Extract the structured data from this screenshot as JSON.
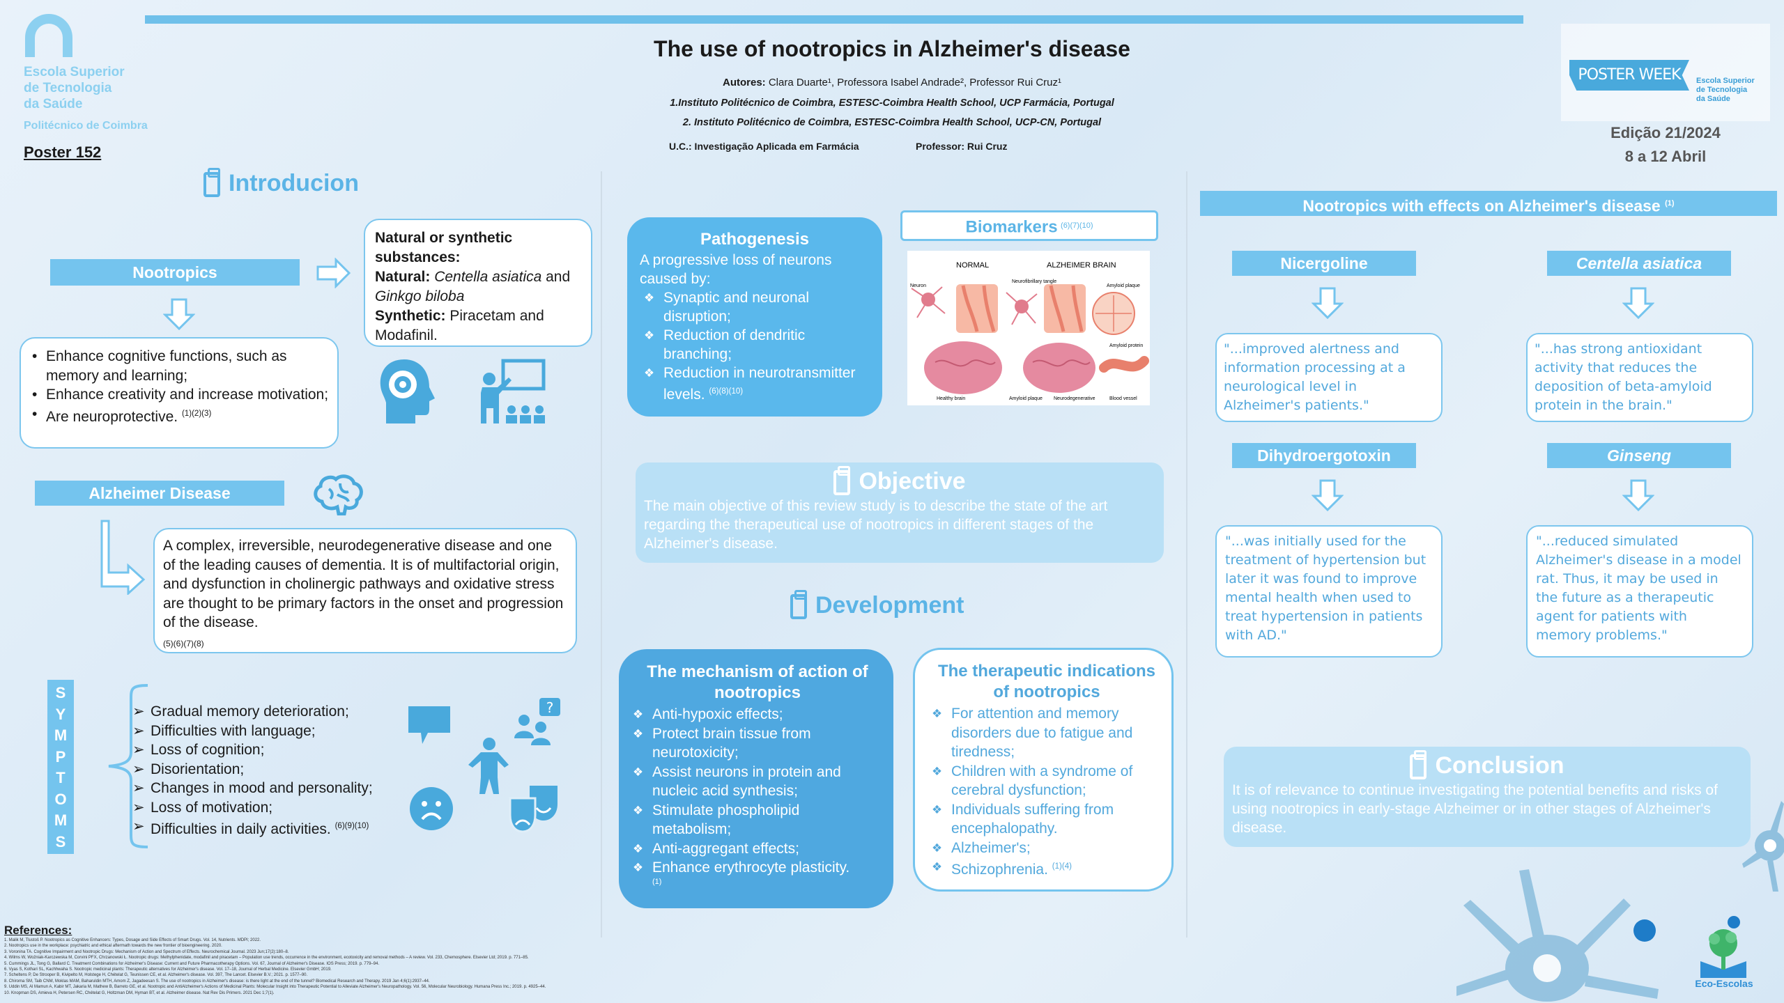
{
  "header": {
    "title": "The use of nootropics in Alzheimer's disease",
    "authors_label": "Autores:",
    "authors": "Clara Duarte¹, Professora Isabel Andrade², Professor Rui Cruz¹",
    "inst1": "1.Instituto Politécnico de Coimbra, ESTESC-Coimbra Health School, UCP Farmácia, Portugal",
    "inst2": "2. Instituto Politécnico de Coimbra, ESTESC-Coimbra Health School, UCP-CN, Portugal",
    "uc": "U.C.: Investigação  Aplicada em Farmácia",
    "professor": "Professor: Rui Cruz"
  },
  "logo": {
    "name": "Escola Superior\nde Tecnologia\nda Saúde",
    "sub": "Politécnico de Coimbra"
  },
  "poster_number": "Poster  152",
  "poster_week": {
    "label": "POSTER WEEK",
    "side": "Escola Superior\nde Tecnologia\nda Saúde",
    "edition": "Edição 21/2024",
    "dates": "8 a 12 Abril"
  },
  "intro": {
    "title": "Introducion",
    "nootropics_label": "Nootropics",
    "nat_syn_title": "Natural or synthetic substances:",
    "natural_label": "Natural:",
    "natural_value_1": "Centella asiatica",
    "natural_and": " and ",
    "natural_value_2": "Ginkgo biloba",
    "synthetic_label": "Synthetic:",
    "synthetic_value": " Piracetam and Modafinil.",
    "effects": [
      "Enhance cognitive functions, such as memory and learning;",
      "Enhance creativity and increase motivation;",
      "Are neuroprotective."
    ],
    "effects_ref": "(1)(2)(3)"
  },
  "alzheimer": {
    "label": "Alzheimer Disease",
    "description": "A complex, irreversible, neurodegenerative disease and one of the leading causes of dementia. It is of multifactorial origin, and dysfunction in cholinergic pathways and oxidative stress are thought to be primary factors in the onset and progression of the disease.",
    "ref": "(5)(6)(7)(8)"
  },
  "symptoms": {
    "letters": [
      "S",
      "Y",
      "M",
      "P",
      "T",
      "O",
      "M",
      "S"
    ],
    "items": [
      "Gradual memory deterioration;",
      "Difficulties with language;",
      "Loss of cognition;",
      "Disorientation;",
      "Changes in mood and personality;",
      "Loss of motivation;",
      "Difficulties in daily activities."
    ],
    "ref": "(6)(9)(10)"
  },
  "pathogenesis": {
    "title": "Pathogenesis",
    "intro": "A progressive loss of neurons caused by:",
    "items": [
      "Synaptic and neuronal disruption;",
      "Reduction of dendritic branching;",
      "Reduction in neurotransmitter levels."
    ],
    "ref": "(6)(8)(10)"
  },
  "biomarkers": {
    "title": "Biomarkers",
    "ref": "(6)(7)(10)",
    "normal": "NORMAL",
    "alz": "ALZHEIMER BRAIN",
    "labels": {
      "neuron": "Neuron",
      "tangle": "Neurofibrillary tangle",
      "plaque": "Amyloid plaque",
      "protein": "Amyloid protein",
      "healthy": "Healthy brain",
      "plaque2": "Amyloid plaque",
      "neurodeg": "Neurodegenerative",
      "vessel": "Blood vessel"
    }
  },
  "objective": {
    "title": "Objective",
    "text": "The main objective of this review study is to describe the state of the art regarding the therapeutical use of nootropics in different stages of the Alzheimer's disease."
  },
  "development": {
    "title": "Development",
    "mechanism_title": "The mechanism of action of nootropics",
    "mechanism_items": [
      "Anti-hypoxic effects;",
      "Protect brain tissue from neurotoxicity;",
      "Assist neurons in protein and nucleic acid synthesis;",
      "Stimulate phospholipid metabolism;",
      "Anti-aggregant effects;",
      "Enhance erythrocyte plasticity."
    ],
    "mechanism_ref": "(1)",
    "indications_title": "The therapeutic indications of nootropics",
    "indications_items": [
      "For attention and memory disorders due to fatigue and tiredness;",
      "Children with a syndrome of cerebral dysfunction;",
      "Individuals suffering from encephalopathy.",
      "Alzheimer's;",
      "Schizophrenia."
    ],
    "indications_ref": "(1)(4)"
  },
  "nootropics_effects": {
    "title": "Nootropics with effects on Alzheimer's disease",
    "ref": "(1)",
    "items": [
      {
        "name": "Nicergoline",
        "quote": "\"...improved alertness and information processing at a neurological level in Alzheimer's patients.\""
      },
      {
        "name": "Centella asiatica",
        "quote": "\"...has strong antioxidant activity that reduces the deposition of beta-amyloid protein in the brain.\""
      },
      {
        "name": "Dihydroergotoxin",
        "quote": "\"...was initially used for the treatment of hypertension but later it was found to improve mental health when used to treat hypertension in patients with AD.\""
      },
      {
        "name": "Ginseng",
        "quote": "\"...reduced simulated Alzheimer's disease in a model rat. Thus, it may be used in the future as a therapeutic agent for patients with memory problems.\""
      }
    ]
  },
  "conclusion": {
    "title": "Conclusion",
    "text": "It is of relevance to continue investigating the potential benefits and risks of using nootropics in early-stage Alzheimer or in other stages of Alzheimer's disease."
  },
  "references": {
    "title": "References:",
    "text": "1.  Malik M, Tlustoš P. Nootropics as Cognitive Enhancers: Types, Dosage and Side Effects of Smart Drugs. Vol. 14, Nutrients. MDPI; 2022.\n2.  Nootropics use in the workplace: psychiatric and ethical aftermath towards the new frontier of bioengineering. 2020.\n3.  Voronina TA. Cognitive Impairment and Nootropic Drugs: Mechanism of Action and Spectrum of Effects. Neurochemical Journal. 2023 Jun;17(2):180–8.\n4.  Wilms W, Woźniak-Karczewska M, Corvini PFX, Chrzanowski Ł. Nootropic drugs: Methylphenidate, modafinil and piracetam – Population use trends, occurrence in the environment, ecotoxicity and removal methods – A review. Vol. 233, Chemosphere. Elsevier Ltd; 2019. p. 771–85.\n5.  Cummings JL, Tong G, Ballard C. Treatment Combinations for Alzheimer's Disease: Current and Future Pharmacotherapy Options. Vol. 67, Journal of Alzheimer's Disease. IOS Press; 2019. p. 779–94.\n6.  Vyas S, Kothari SL, Kachhwaha S. Nootropic medicinal plants: Therapeutic alternatives for Alzheimer's disease. Vol. 17–18, Journal of Herbal Medicine. Elsevier GmbH; 2019.\n7.  Scheltens P, De Strooper B, Kivipelto M, Holstege H, Chételat G, Teunissen CE, et al. Alzheimer's disease. Vol. 397, The Lancet. Elsevier B.V.; 2021. p. 1577–90.\n8.  Chiroma SM, Taib CNM, Moklas MAM, Baharuldin MTH, Amom Z, Jagadeesan S. The use of nootropics in Alzheimer's disease: is there light at the end of the tunnel? Biomedical Research and Therapy. 2019 Jan 4;6(1):2937–44.\n9.  Uddin MS, Al Mamun A, Kabir MT, Jakaria M, Mathew B, Barreto GE, et al. Nootropic and AntiAlzheimer's Actions of Medicinal Plants: Molecular Insight into Therapeutic Potential to Alleviate Alzheimer's Neuropathology. Vol. 56, Molecular Neurobiology. Humana Press Inc.; 2019. p. 4925–44.\n10. Knopman DS, Amieva H, Petersen RC, Chételat G, Holtzman DM, Hyman BT, et al. Alzheimer disease. Nat Rev Dis Primers. 2021 Dec 1;7(1)."
  },
  "eco": {
    "label": "Eco-Escolas"
  },
  "colors": {
    "accent": "#74c4ee",
    "accent_dark": "#4fa8e0",
    "title_blue": "#5bb4e6",
    "bg": "#dfeef8"
  }
}
